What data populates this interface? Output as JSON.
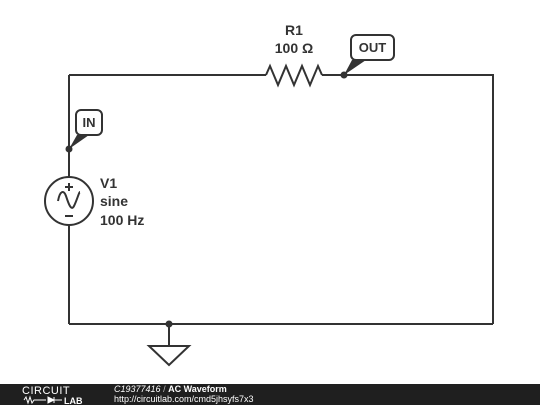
{
  "resistor": {
    "name": "R1",
    "value": "100 Ω"
  },
  "source": {
    "name": "V1",
    "type": "sine",
    "frequency": "100 Hz"
  },
  "nets": {
    "out_label": "OUT",
    "in_label": "IN"
  },
  "footer": {
    "logo_top": "CIRCUIT",
    "logo_bottom": "LAB",
    "circuit_id": "C19377416",
    "separator": "/",
    "title": "AC Waveform",
    "url": "http://circuitlab.com/cmd5jhsyfs7x3"
  },
  "colors": {
    "wire": "#333333",
    "footer_bg": "#1f1f1f",
    "footer_text": "#ffffff"
  }
}
